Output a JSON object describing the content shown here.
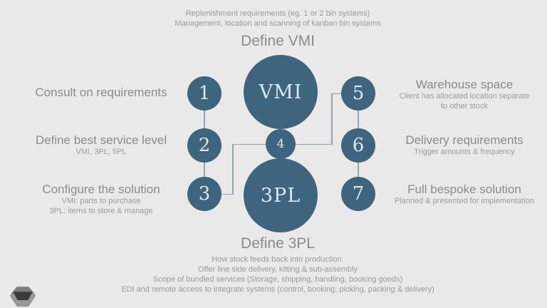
{
  "colors": {
    "background": "#e9e9e9",
    "circle_fill": "#3f647e",
    "circle_text": "#dce7ed",
    "heading_gray": "#8b8b8b",
    "subtitle_gray": "#9c9c9c",
    "connector_line": "#96a2aa"
  },
  "top": {
    "line1": "Replenishment requirements (eg. 1 or 2 bin systems)",
    "line2": "Management, location and scanning of kanban bin systems",
    "title": "Define VMI"
  },
  "center": {
    "vmi_label": "VMI",
    "mid_number": "4",
    "tpl_label": "3PL"
  },
  "left_steps": [
    {
      "number": "1",
      "title": "Consult on requirements",
      "sub1": "",
      "sub2": ""
    },
    {
      "number": "2",
      "title": "Define best service level",
      "sub1": "VMI, 3PL, 5PL",
      "sub2": ""
    },
    {
      "number": "3",
      "title": "Configure the solution",
      "sub1": "VMI: parts to purchase",
      "sub2": "3PL: items to store & manage"
    }
  ],
  "right_steps": [
    {
      "number": "5",
      "title": "Warehouse space",
      "sub1": "Client has allocated location separate",
      "sub2": "to other stock"
    },
    {
      "number": "6",
      "title": "Delivery requirements",
      "sub1": "Trigger amounts & frequency",
      "sub2": ""
    },
    {
      "number": "7",
      "title": "Full bespoke solution",
      "sub1": "Planned & presented for implementation",
      "sub2": ""
    }
  ],
  "bottom": {
    "title": "Define 3PL",
    "line1": "How stock feeds back into production.",
    "line2": "Offer line side delivery, kitting & sub-assembly",
    "line3": "Scope of bundled services (Storage, shipping, handling, booking goods)",
    "line4": "EDI and remote access to integrate systems (control, booking, picking, packing & delivery)"
  }
}
